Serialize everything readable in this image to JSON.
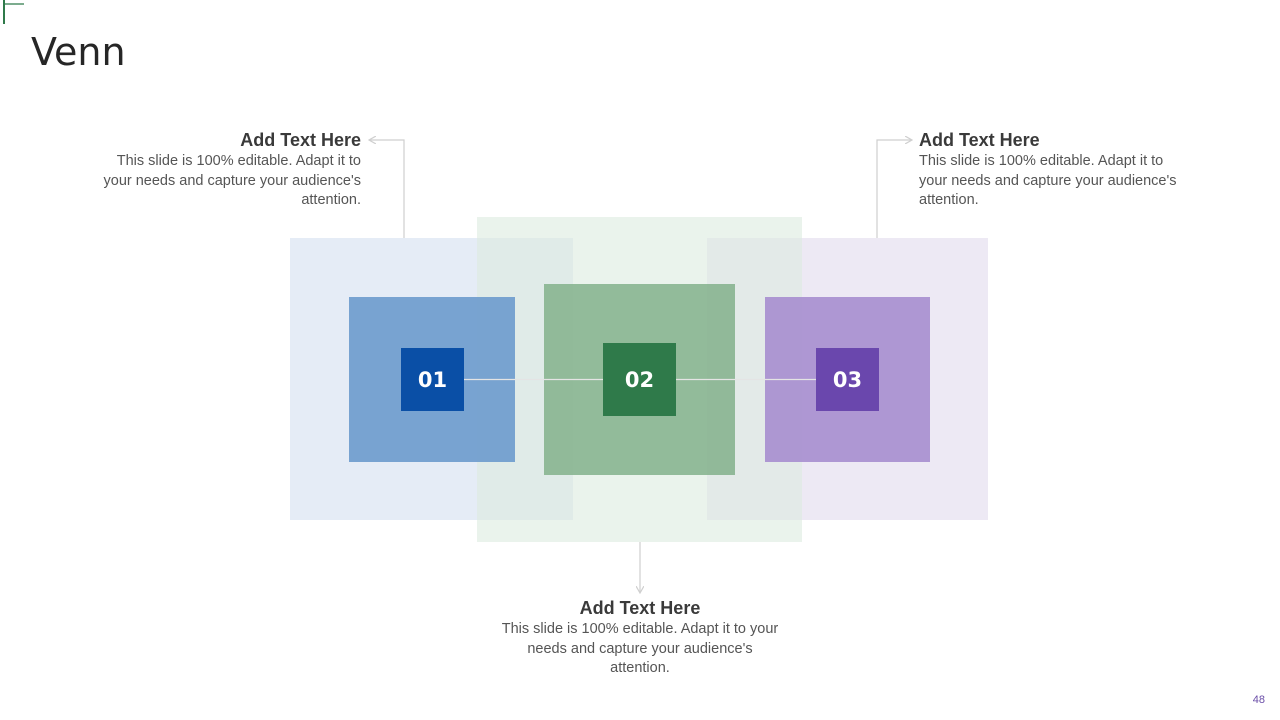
{
  "slide": {
    "title": "Venn",
    "page_number": "48"
  },
  "colors": {
    "blue_outer": "#dbe5f2",
    "blue_inner": "#6f9ccd",
    "blue_badge": "#0a4fa6",
    "green_outer": "#dcebdf",
    "green_inner": "#7fae88",
    "green_badge": "#2f7a4a",
    "purple_outer": "#e6e0f0",
    "purple_inner": "#a68ecf",
    "purple_badge": "#6a47ad",
    "connector": "#d6d6d6"
  },
  "venn": {
    "items": [
      {
        "number": "01",
        "heading": "Add Text Here",
        "body": "This slide is 100% editable. Adapt it to your needs and capture your audience's attention."
      },
      {
        "number": "02",
        "heading": "Add Text Here",
        "body": "This slide is 100% editable. Adapt it to your needs and capture your audience's attention."
      },
      {
        "number": "03",
        "heading": "Add Text Here",
        "body": "This slide is 100% editable. Adapt it to your needs and capture your audience's attention."
      }
    ]
  }
}
